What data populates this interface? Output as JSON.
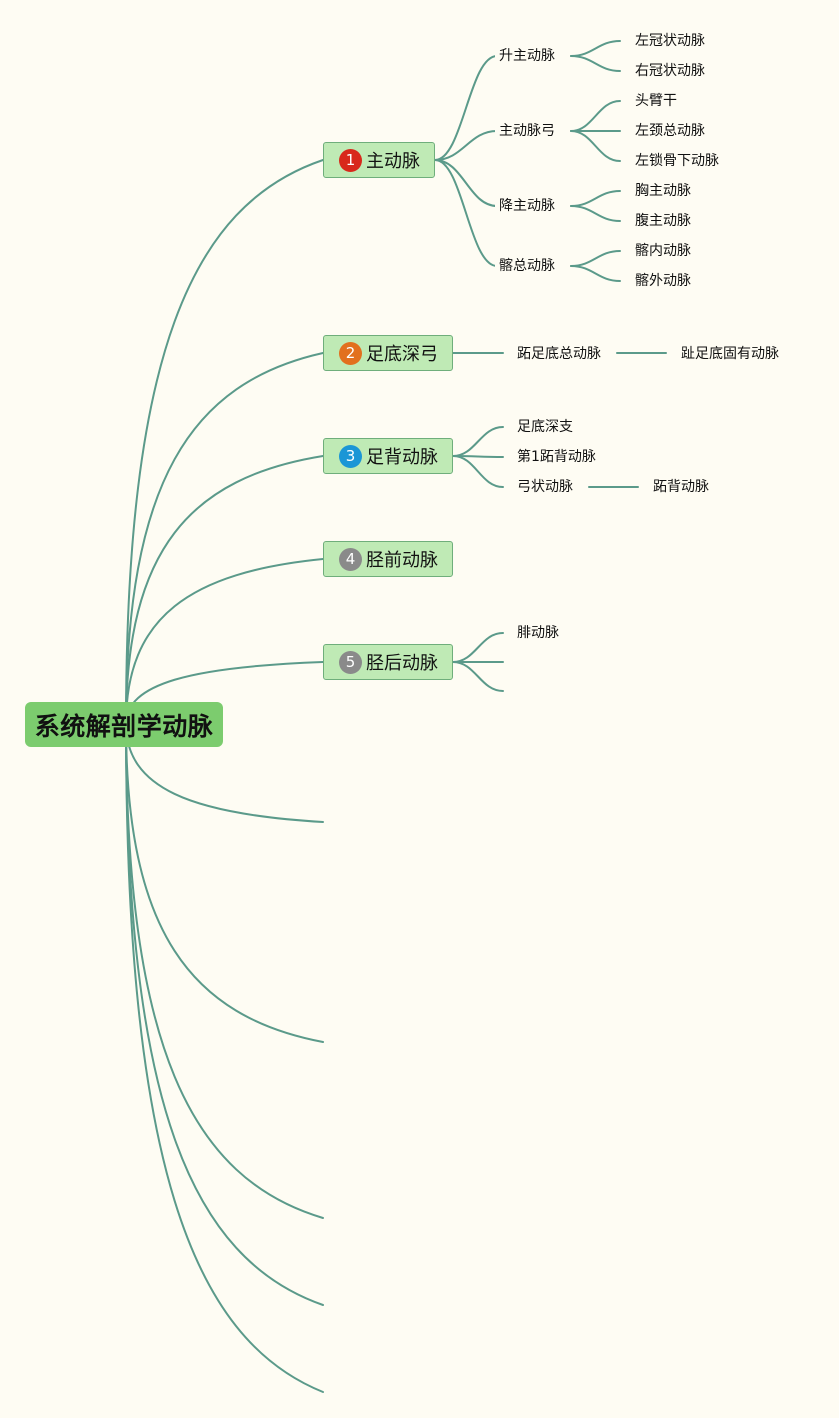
{
  "root": {
    "label": "系统解剖学动脉"
  },
  "branches": [
    {
      "label": "主动脉",
      "number": "1",
      "badge_color": "#d8281b",
      "children": [
        {
          "label": "升主动脉",
          "children": [
            "左冠状动脉",
            "右冠状动脉"
          ]
        },
        {
          "label": "主动脉弓",
          "children": [
            "头臂干",
            "左颈总动脉",
            "左锁骨下动脉"
          ]
        },
        {
          "label": "降主动脉",
          "children": [
            "胸主动脉",
            "腹主动脉"
          ]
        },
        {
          "label": "髂总动脉",
          "children": [
            "髂内动脉",
            "髂外动脉"
          ]
        }
      ]
    },
    {
      "label": "足底深弓",
      "number": "2",
      "badge_color": "#e2701e",
      "children": [
        {
          "label": "跖足底总动脉",
          "children": [
            "趾足底固有动脉"
          ]
        }
      ]
    },
    {
      "label": "足背动脉",
      "number": "3",
      "badge_color": "#1b96d6",
      "children": [
        {
          "label": "足底深支",
          "children": []
        },
        {
          "label": "第1跖背动脉",
          "children": []
        },
        {
          "label": "弓状动脉",
          "children": [
            "跖背动脉"
          ]
        }
      ]
    },
    {
      "label": "胫前动脉",
      "number": "4",
      "badge_color": "#8a8a8a",
      "children": []
    },
    {
      "label": "胫后动脉",
      "number": "5",
      "badge_color": "#8a8a8a",
      "children": [
        {
          "label": "腓动脉",
          "children": []
        },
        {
          "label": "",
          "children": []
        },
        {
          "label": "",
          "children": []
        }
      ]
    }
  ],
  "colors": {
    "line": "#5b9a8a",
    "root_fill": "#7ccc6e",
    "branch_fill": "#bfeab5",
    "branch_border": "#6fae7b",
    "background": "#fefcf3"
  }
}
